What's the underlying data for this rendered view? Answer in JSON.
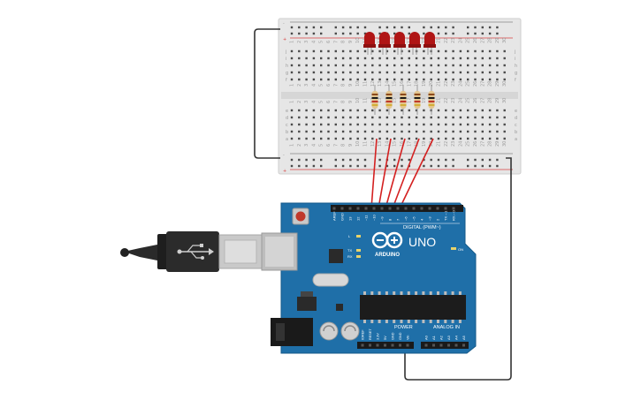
{
  "board": {
    "brand": "ARDUINO",
    "model": "UNO",
    "digital_header_label": "DIGITAL (PWM~)",
    "power_label": "POWER",
    "analog_label": "ANALOG IN",
    "on_label": "ON",
    "tx_label": "TX",
    "rx_label": "RX",
    "l_label": "L",
    "digital_pins": [
      "AREF",
      "GND",
      "13",
      "12",
      "~11",
      "~10",
      "~9",
      "8",
      "7",
      "~6",
      "~5",
      "4",
      "~3",
      "2",
      "TX→1",
      "RX←0"
    ],
    "power_pins": [
      "IOREF",
      "RESET",
      "3.3V",
      "5V",
      "GND",
      "GND",
      "Vin"
    ],
    "analog_pins": [
      "A0",
      "A1",
      "A2",
      "A3",
      "A4",
      "A5"
    ]
  },
  "breadboard": {
    "rail_plus": "+",
    "rail_minus": "-",
    "row_letters_top": [
      "j",
      "i",
      "h",
      "g",
      "f"
    ],
    "row_letters_bottom": [
      "e",
      "d",
      "c",
      "b",
      "a"
    ],
    "column_numbers": [
      "1",
      "2",
      "3",
      "4",
      "5",
      "6",
      "7",
      "8",
      "9",
      "10",
      "11",
      "12",
      "13",
      "14",
      "15",
      "16",
      "17",
      "18",
      "19",
      "20",
      "21",
      "22",
      "23",
      "24",
      "25",
      "26",
      "27",
      "28",
      "29",
      "30"
    ]
  },
  "components": {
    "led_count": 5,
    "led_color": "#b01515",
    "resistor_count": 5
  },
  "colors": {
    "board_blue": "#1f6fa8",
    "wire_red": "#d42020",
    "wire_dark": "#3a3a3a",
    "breadboard": "#e4e4e4"
  }
}
